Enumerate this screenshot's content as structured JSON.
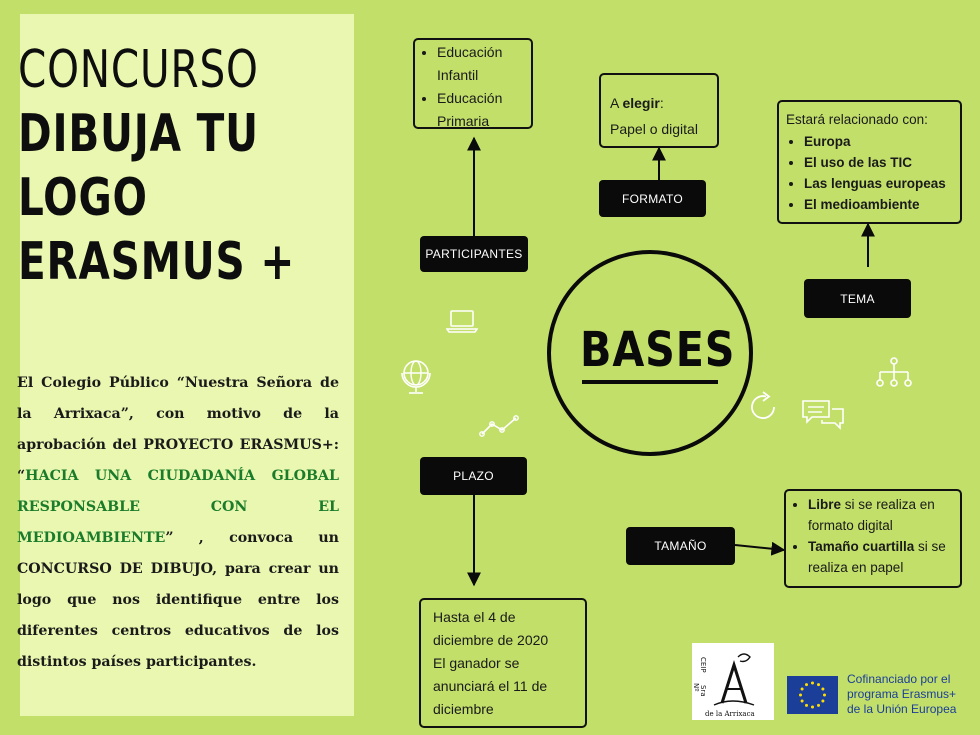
{
  "left": {
    "title_line1": "CONCURSO",
    "title_line2": "DIBUJA TU",
    "title_line3": "LOGO",
    "title_line4": "ERASMUS +",
    "desc_part1": "El Colegio Público “Nuestra Señora de la Arrixaca”, con motivo de la aprobación del PROYECTO ERASMUS+: “",
    "desc_green": "HACIA UNA CIUDADANÍA GLOBAL RESPONSABLE CON EL MEDIOAMBIENTE",
    "desc_part2": "” , convoca un CONCURSO  DE DIBUJO, para crear un logo que nos identifique entre los diferentes centros educativos de los distintos países participantes."
  },
  "map": {
    "center": "BASES",
    "participantes": {
      "label": "PARTICIPANTES",
      "items": [
        "Educación Infantil",
        "Educación Primaria"
      ]
    },
    "formato": {
      "label": "FORMATO",
      "prefix": "A ",
      "bold": "elegir",
      "suffix": ":",
      "line2": "Papel o digital"
    },
    "tema": {
      "label": "TEMA",
      "intro": "Estará relacionado con:",
      "items": [
        "Europa",
        "El uso de las TIC",
        "Las lenguas europeas",
        "El medioambiente"
      ]
    },
    "plazo": {
      "label": "PLAZO",
      "line1": "Hasta el 4 de",
      "line2": "diciembre de 2020",
      "line3": "El ganador se",
      "line4": "anunciará el 11 de",
      "line5": "diciembre"
    },
    "tamano": {
      "label": "TAMAÑO",
      "item1_bold": "Libre",
      "item1_rest": " si se realiza en formato digital",
      "item2_bold": "Tamaño cuartilla",
      "item2_rest": " si se realiza en papel"
    }
  },
  "footer": {
    "school_logo_text": "CEIP Nº Sra de la Arrixaca",
    "eu_line1": "Cofinanciado por el",
    "eu_line2": "programa Erasmus+",
    "eu_line3": "de la Unión Europea"
  },
  "icons": [
    "laptop-icon",
    "globe-icon",
    "line-chart-icon",
    "refresh-icon",
    "chat-icon",
    "org-chart-icon"
  ],
  "colors": {
    "background": "#c2df6a",
    "panel": "#e9f7b0",
    "accent_green": "#1a7c2a",
    "eu_blue": "#1b3e99"
  }
}
